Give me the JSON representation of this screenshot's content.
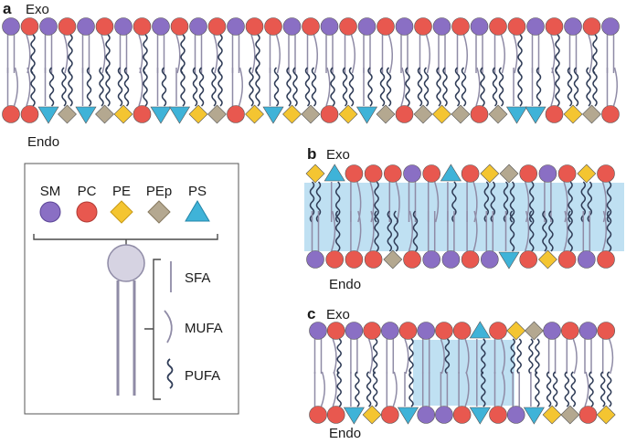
{
  "panels": [
    {
      "letter": "a",
      "top_label": "Exo",
      "bottom_label": "Endo"
    },
    {
      "letter": "b",
      "top_label": "Exo",
      "bottom_label": "Endo"
    },
    {
      "letter": "c",
      "top_label": "Exo",
      "bottom_label": "Endo"
    }
  ],
  "legend": {
    "head_groups": [
      {
        "label": "SM",
        "shape": "circle",
        "color": "#8a6fc4"
      },
      {
        "label": "PC",
        "shape": "circle",
        "color": "#e8584f"
      },
      {
        "label": "PE",
        "shape": "diamond",
        "color": "#f4c531"
      },
      {
        "label": "PEp",
        "shape": "diamond",
        "color": "#b4a890"
      },
      {
        "label": "PS",
        "shape": "triangle",
        "color": "#3fb3d8"
      }
    ],
    "tail_types": [
      {
        "label": "SFA",
        "style": "straight"
      },
      {
        "label": "MUFA",
        "style": "curved"
      },
      {
        "label": "PUFA",
        "style": "wavy"
      }
    ]
  },
  "colors": {
    "sm": "#8a6fc4",
    "pc": "#e8584f",
    "pe": "#f4c531",
    "pep": "#b4a890",
    "ps": "#3fb3d8",
    "tail": "#8f8ba6",
    "raft": "#bfe0f2"
  },
  "membranes": {
    "a_top": "SPSPSPSPSPSPSPPSPSPSPSPSPSPPSPSPS",
    "a_bottom": "PPTDTDEPTTEDPETEDPETDPDEDPDTTPEDP",
    "b_top": "ETPPPSPTPEDPSPEP",
    "b_bottom": "SPPPDPSSPSTPEPSP",
    "c_top": "SPSPSPSPPTPEDSPSP",
    "c_bottom": "PPTEPTSSPTPSTEDPE"
  }
}
